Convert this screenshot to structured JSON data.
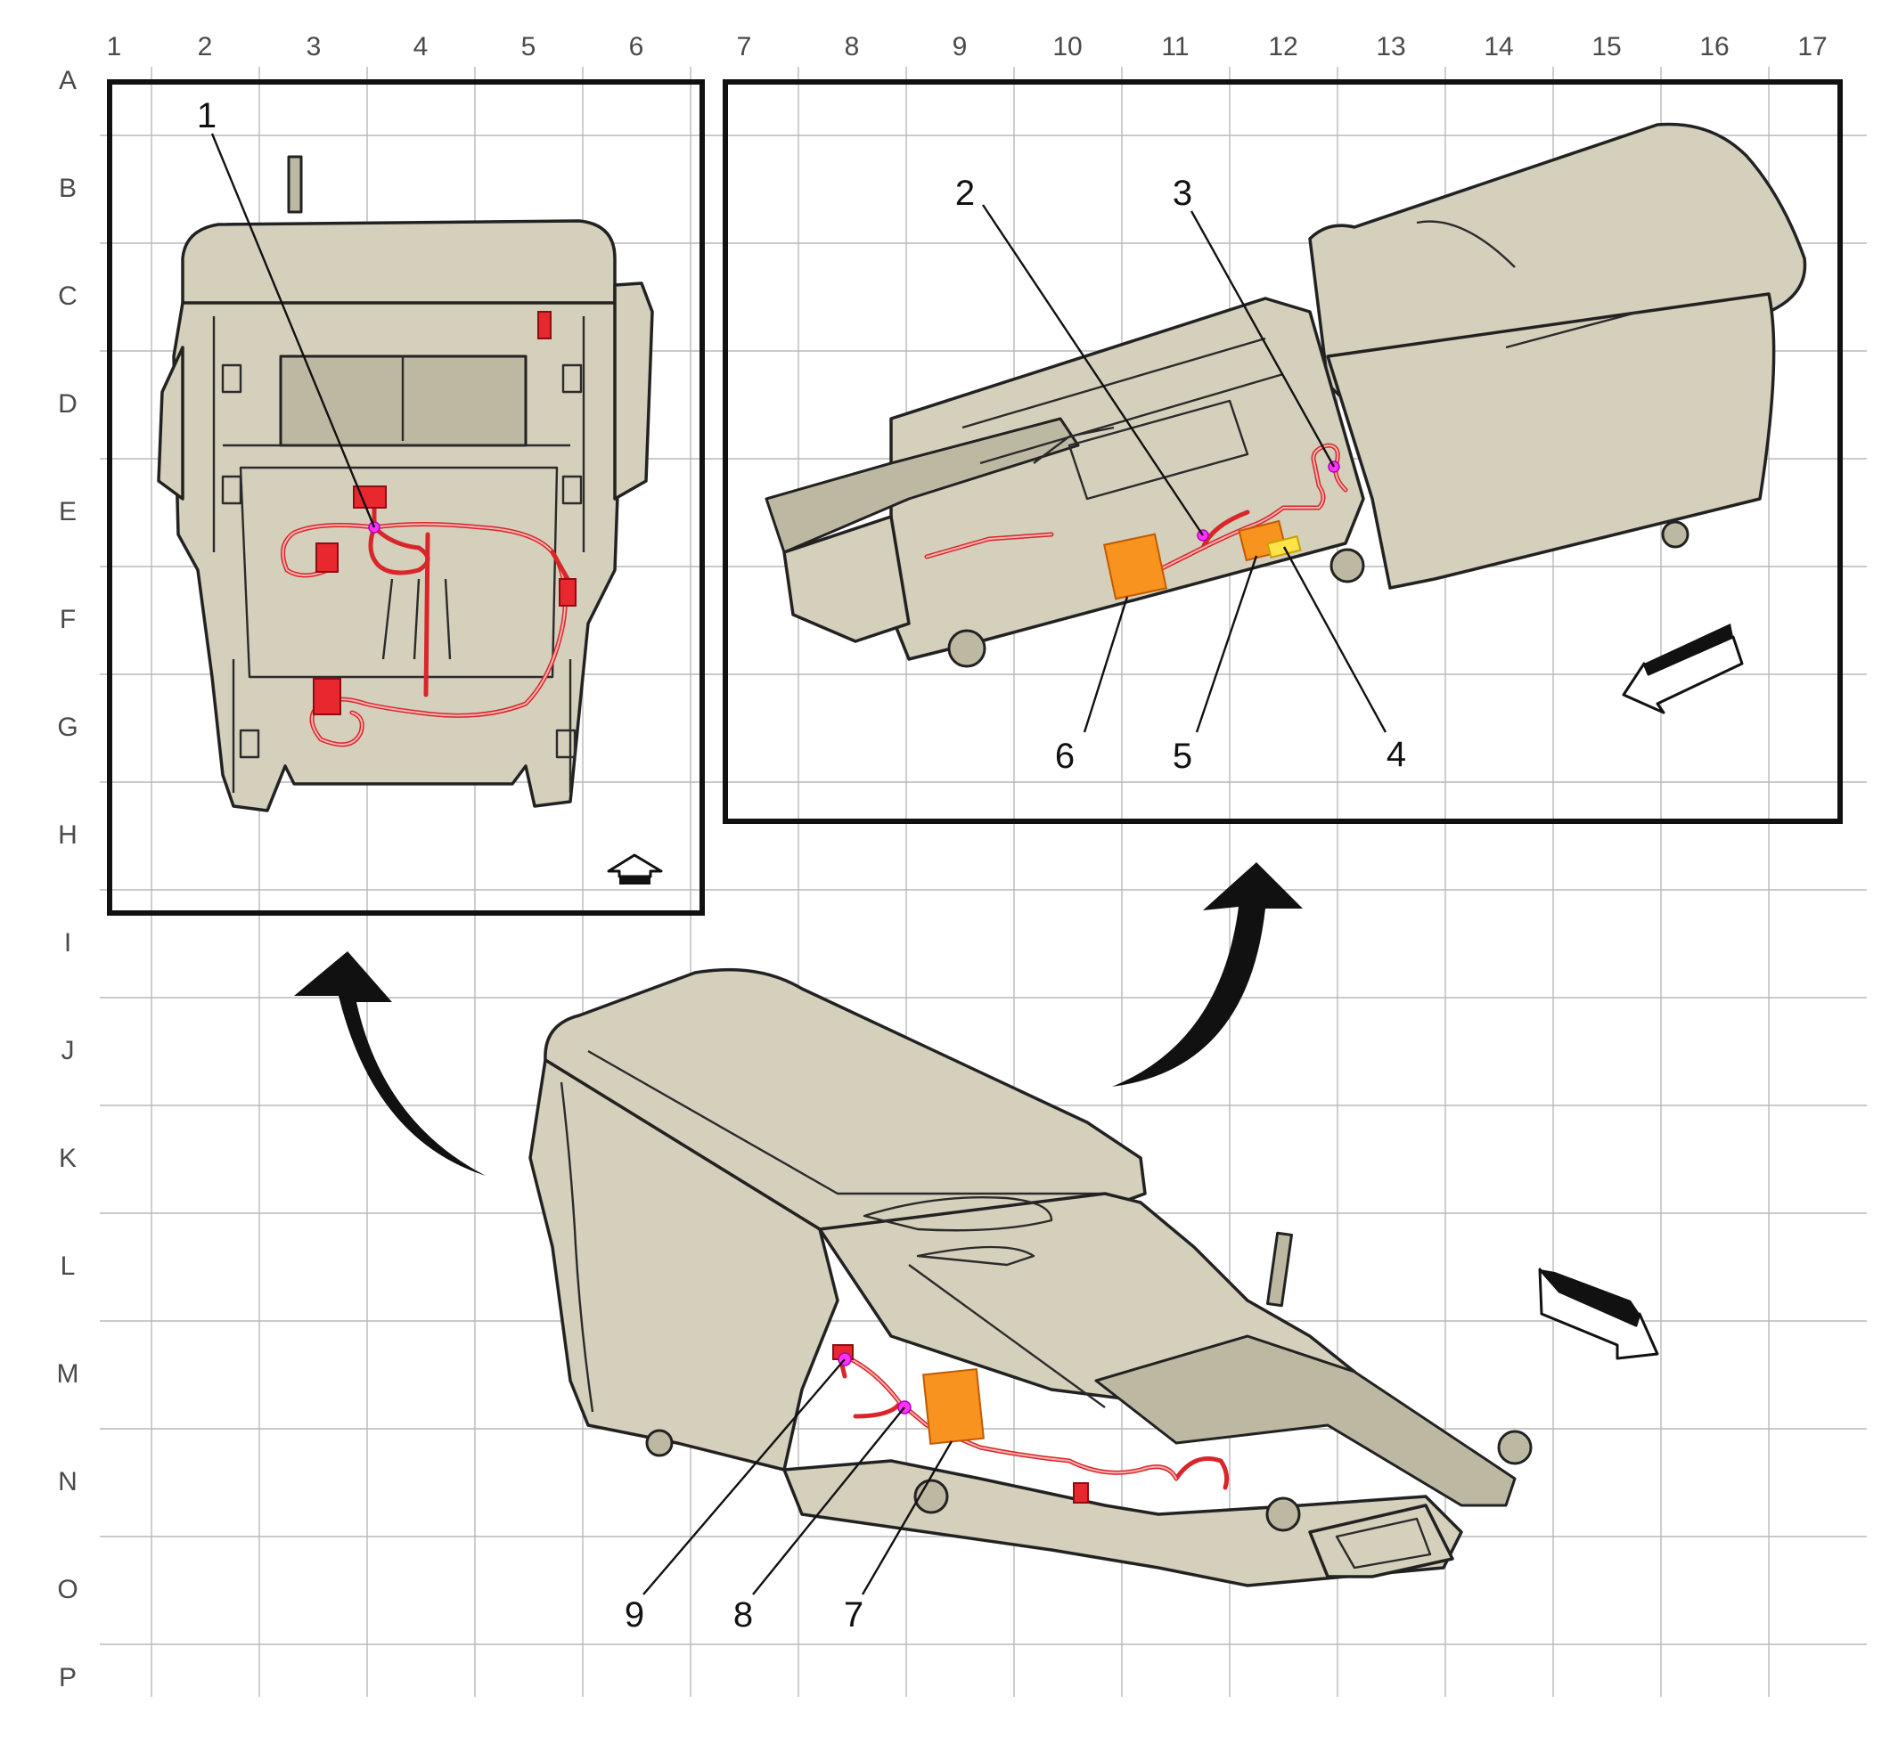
{
  "grid": {
    "columns": [
      "1",
      "2",
      "3",
      "4",
      "5",
      "6",
      "7",
      "8",
      "9",
      "10",
      "11",
      "12",
      "13",
      "14",
      "15",
      "16",
      "17"
    ],
    "rows": [
      "A",
      "B",
      "C",
      "D",
      "E",
      "F",
      "G",
      "H",
      "I",
      "J",
      "K",
      "L",
      "M",
      "N",
      "O",
      "P"
    ]
  },
  "callouts": {
    "c1": "1",
    "c2": "2",
    "c3": "3",
    "c4": "4",
    "c5": "5",
    "c6": "6",
    "c7": "7",
    "c8": "8",
    "c9": "9"
  },
  "icons": {
    "direction_top_left": "forward-arrow-icon",
    "direction_top_right": "forward-arrow-icon",
    "direction_bottom": "forward-arrow-icon",
    "zoom_left": "curved-arrow-icon",
    "zoom_right": "curved-arrow-icon"
  },
  "colors": {
    "harness": "#d8262b",
    "splice": "#ff33ff",
    "module": "#f7931e",
    "module_highlight": "#ffe34a",
    "console_body": "#d4d0bc",
    "grid": "#b9b9b9"
  }
}
